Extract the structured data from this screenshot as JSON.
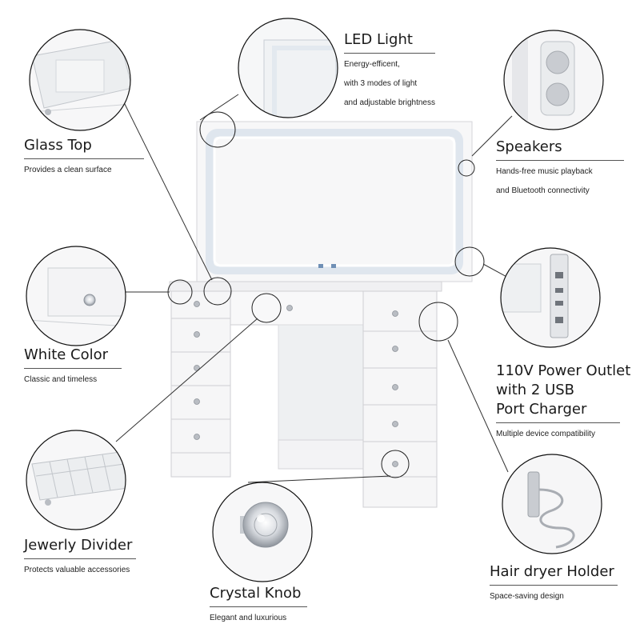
{
  "features": {
    "led_light": {
      "title": "LED Light",
      "lines": [
        "Energy-efficent,",
        "with 3 modes of light",
        "and adjustable brightness"
      ]
    },
    "glass_top": {
      "title": "Glass Top",
      "lines": [
        "Provides a clean surface"
      ]
    },
    "speakers": {
      "title": "Speakers",
      "lines": [
        "Hands-free music playback",
        "and Bluetooth connectivity"
      ]
    },
    "white_color": {
      "title": "White Color",
      "lines": [
        "Classic and timeless"
      ]
    },
    "power_outlet": {
      "title_lines": [
        "110V Power Outlet",
        "with 2 USB",
        "Port Charger"
      ],
      "lines": [
        "Multiple device compatibility"
      ]
    },
    "jewelry_divider": {
      "title": "Jewerly Divider",
      "lines": [
        "Protects valuable accessories"
      ]
    },
    "crystal_knob": {
      "title": "Crystal Knob",
      "lines": [
        "Elegant and luxurious"
      ]
    },
    "hair_dryer_holder": {
      "title": "Hair dryer Holder",
      "lines": [
        "Space-saving design"
      ]
    }
  },
  "colors": {
    "led_glow": "#dfe6ee",
    "furniture": "#f4f4f5",
    "furniture_edge": "#cfcfd3",
    "knob": "#b8bcc2",
    "callout_line": "#333333"
  }
}
